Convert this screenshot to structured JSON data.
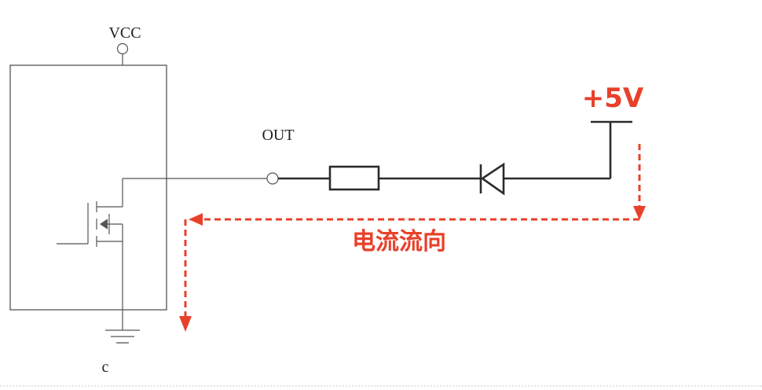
{
  "labels": {
    "vcc": "VCC",
    "out": "OUT",
    "ground": "c",
    "supply": "+5V",
    "current_flow": "电流流向"
  },
  "colors": {
    "wire": "#3a3a3a",
    "box": "#555555",
    "accent": "#e8402a"
  }
}
